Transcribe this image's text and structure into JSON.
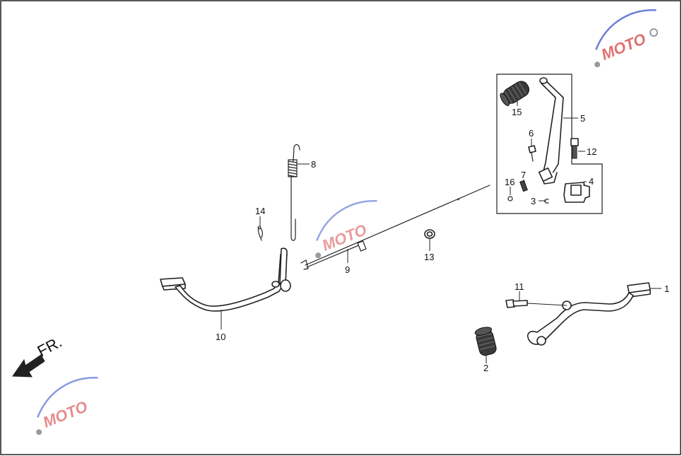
{
  "diagram": {
    "direction_label": "FR.",
    "watermark_text": "MOTO",
    "callouts": [
      "1",
      "2",
      "3",
      "4",
      "5",
      "6",
      "7",
      "8",
      "9",
      "10",
      "11",
      "12",
      "13",
      "14",
      "15",
      "16"
    ]
  },
  "colors": {
    "line": "#222222",
    "background": "#ffffff",
    "watermark_blue": "#6b7fd7",
    "watermark_red": "#e07070",
    "watermark_gray": "#9a9a9a"
  }
}
